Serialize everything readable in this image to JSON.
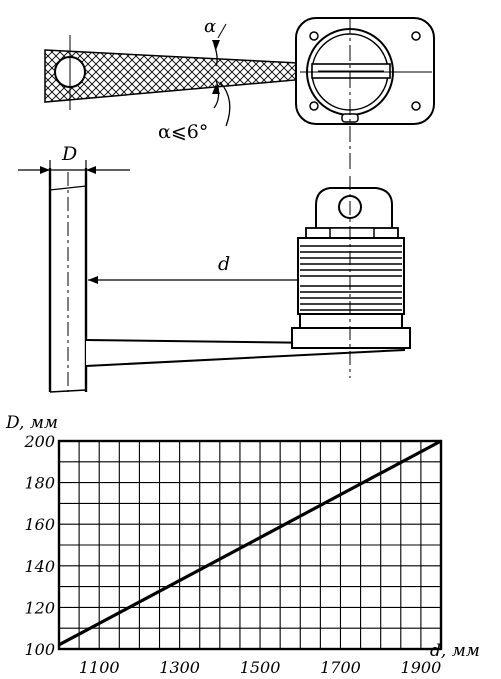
{
  "drawing": {
    "alpha_label": "α",
    "alpha_condition": "α⩽6°",
    "D_label": "D",
    "d_label": "d"
  },
  "chart_data": {
    "type": "line",
    "ylabel": "D, мм",
    "xlabel": "d, мм",
    "xlim": [
      1000,
      1950
    ],
    "ylim": [
      100,
      200
    ],
    "x_ticks": [
      1100,
      1300,
      1500,
      1700,
      1900
    ],
    "y_ticks": [
      100,
      120,
      140,
      160,
      180,
      200
    ],
    "grid": true,
    "series": [
      {
        "x": [
          1000,
          1950
        ],
        "y": [
          102,
          200
        ]
      }
    ]
  }
}
